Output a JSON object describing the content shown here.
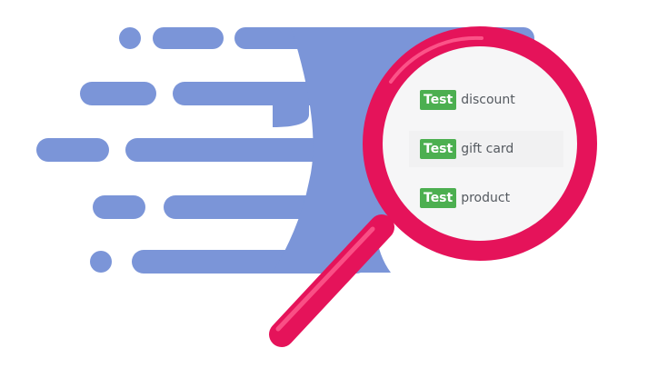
{
  "colors": {
    "speed_lines": "#7b95d8",
    "magnifier": "#e5135a",
    "magnifier_highlight": "#ff5f90",
    "lens_bg": "#f6f6f7",
    "badge_bg": "#4caf50",
    "badge_text": "#ffffff",
    "label_text": "#555a60"
  },
  "icons": {
    "magnifier": "magnifying-glass-icon",
    "lines": "speed-lines-decoration"
  },
  "lens_items": [
    {
      "badge": "Test",
      "label": "discount"
    },
    {
      "badge": "Test",
      "label": "gift card"
    },
    {
      "badge": "Test",
      "label": "product"
    }
  ]
}
